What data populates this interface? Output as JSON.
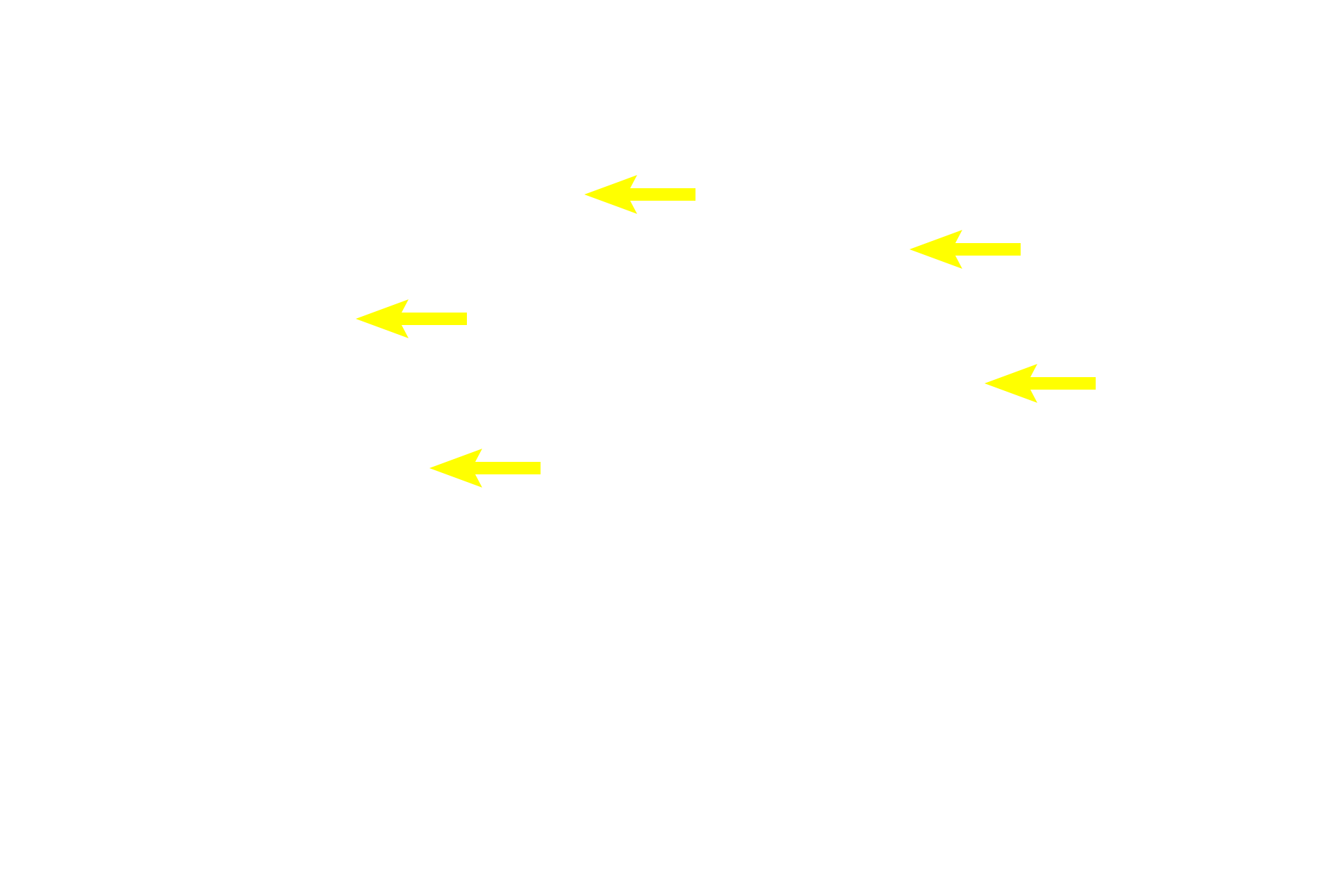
{
  "background_color": "#ffffff",
  "arrow_color": "#ffff00",
  "arrows": [
    {
      "icon": "left-arrow-icon",
      "direction": "left"
    },
    {
      "icon": "left-arrow-icon",
      "direction": "left"
    },
    {
      "icon": "left-arrow-icon",
      "direction": "left"
    },
    {
      "icon": "left-arrow-icon",
      "direction": "left"
    },
    {
      "icon": "left-arrow-icon",
      "direction": "left"
    }
  ]
}
